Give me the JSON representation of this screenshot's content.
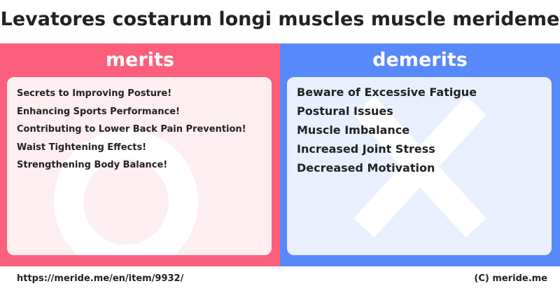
{
  "title": "Levatores costarum longi muscles muscle merideme",
  "merits": {
    "heading": "merits",
    "items": [
      "Secrets to Improving Posture!",
      "Enhancing Sports Performance!",
      "Contributing to Lower Back Pain Prevention!",
      "Waist Tightening Effects!",
      "Strengthening Body Balance!"
    ],
    "icon": "circle-mark-icon",
    "color": "#fc5f7b"
  },
  "demerits": {
    "heading": "demerits",
    "items": [
      "Beware of Excessive Fatigue",
      "Postural Issues",
      "Muscle Imbalance",
      "Increased Joint Stress",
      "Decreased Motivation"
    ],
    "icon": "cross-mark-icon",
    "color": "#5889fb"
  },
  "footer": {
    "url": "https://meride.me/en/item/9932/",
    "copyright": "(C) meride.me"
  }
}
